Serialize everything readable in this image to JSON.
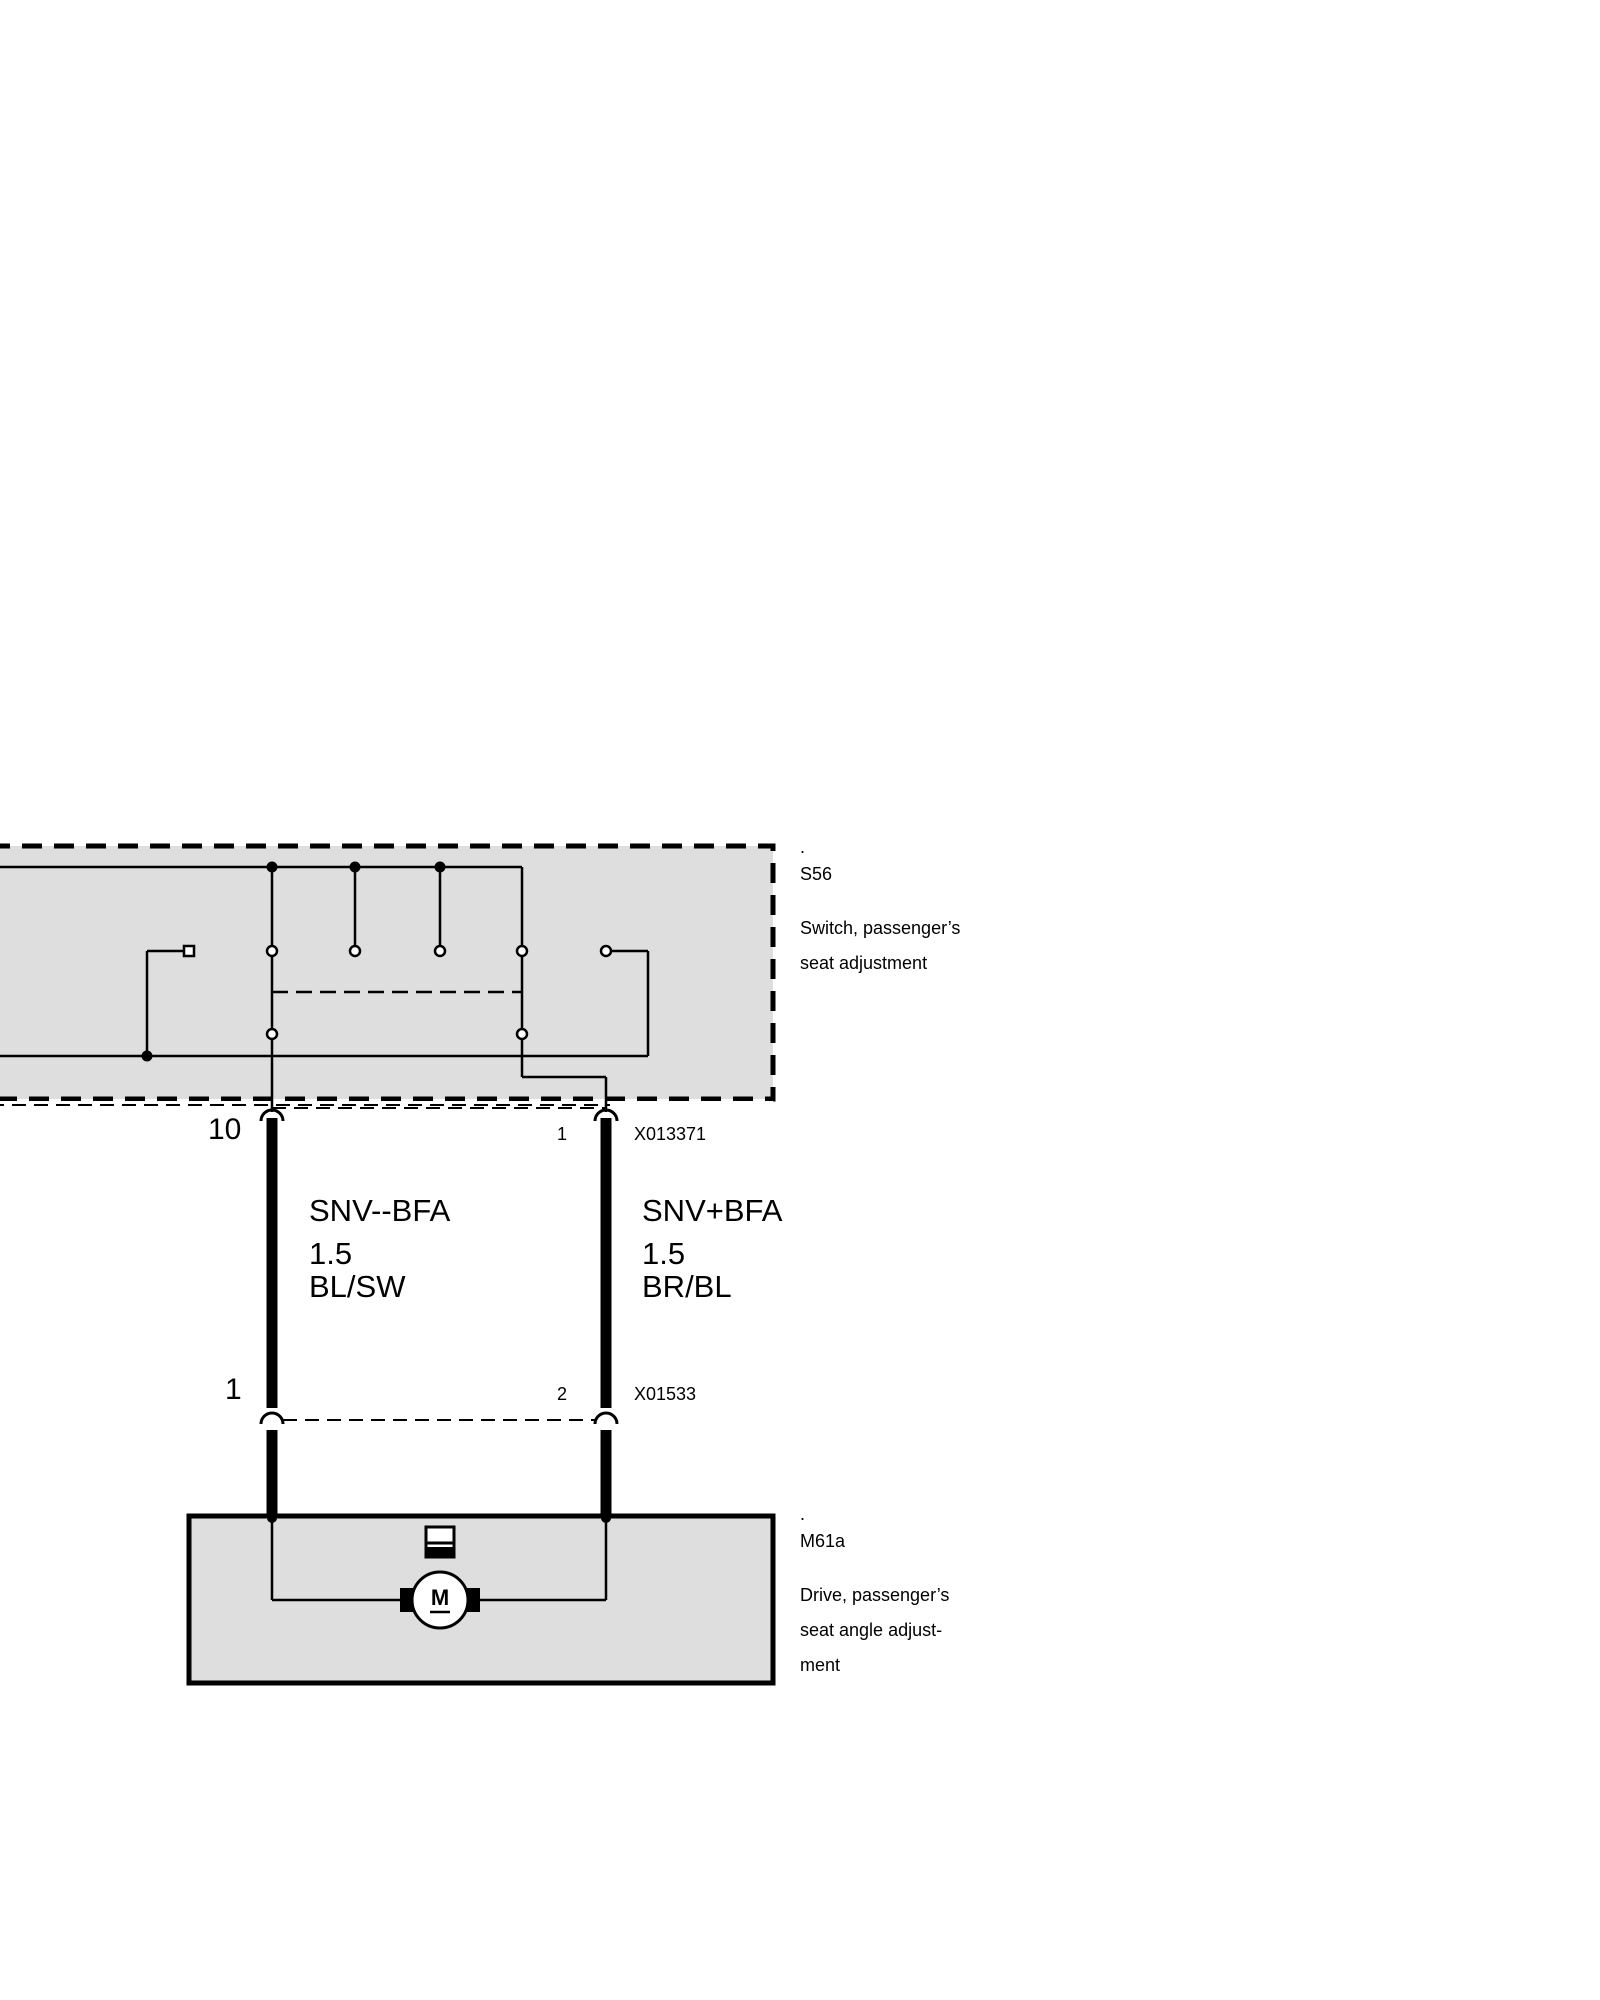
{
  "components": {
    "switch": {
      "id": "S56",
      "description_lines": [
        "Switch, passenger’s",
        "seat adjustment"
      ]
    },
    "drive": {
      "id": "M61a",
      "description_lines": [
        "Drive, passenger’s",
        "seat angle adjust-",
        "ment"
      ],
      "motor_symbol": "M"
    }
  },
  "connectors": {
    "upper": {
      "id": "X013371",
      "pin_left": "10",
      "pin_right": "1"
    },
    "lower": {
      "id": "X01533",
      "pin_left": "1",
      "pin_right": "2"
    }
  },
  "wires": [
    {
      "signal": "SNV--BFA",
      "cross_section": "1.5",
      "color_code": "BL/SW"
    },
    {
      "signal": "SNV+BFA",
      "cross_section": "1.5",
      "color_code": "BR/BL"
    }
  ],
  "colors": {
    "box_fill": "#dedede",
    "line": "#000000",
    "background": "#ffffff"
  }
}
